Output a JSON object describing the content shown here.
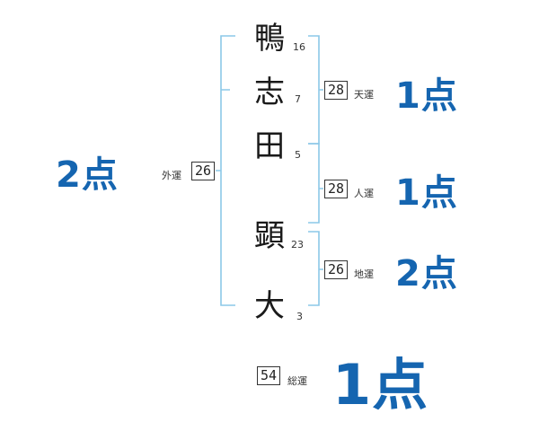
{
  "name": {
    "chars": [
      {
        "char": "鴨",
        "strokes": "16"
      },
      {
        "char": "志",
        "strokes": "7"
      },
      {
        "char": "田",
        "strokes": "5"
      },
      {
        "char": "顕",
        "strokes": "23"
      },
      {
        "char": "大",
        "strokes": "3"
      }
    ]
  },
  "fortunes": {
    "outer": {
      "label": "外運",
      "value": "26",
      "score": "2点"
    },
    "heaven": {
      "label": "天運",
      "value": "28",
      "score": "1点"
    },
    "person": {
      "label": "人運",
      "value": "28",
      "score": "1点"
    },
    "earth": {
      "label": "地運",
      "value": "26",
      "score": "2点"
    },
    "total": {
      "label": "総運",
      "value": "54",
      "score": "1点"
    }
  },
  "colors": {
    "bracket": "#8cc8e8",
    "score": "#1565b0"
  }
}
